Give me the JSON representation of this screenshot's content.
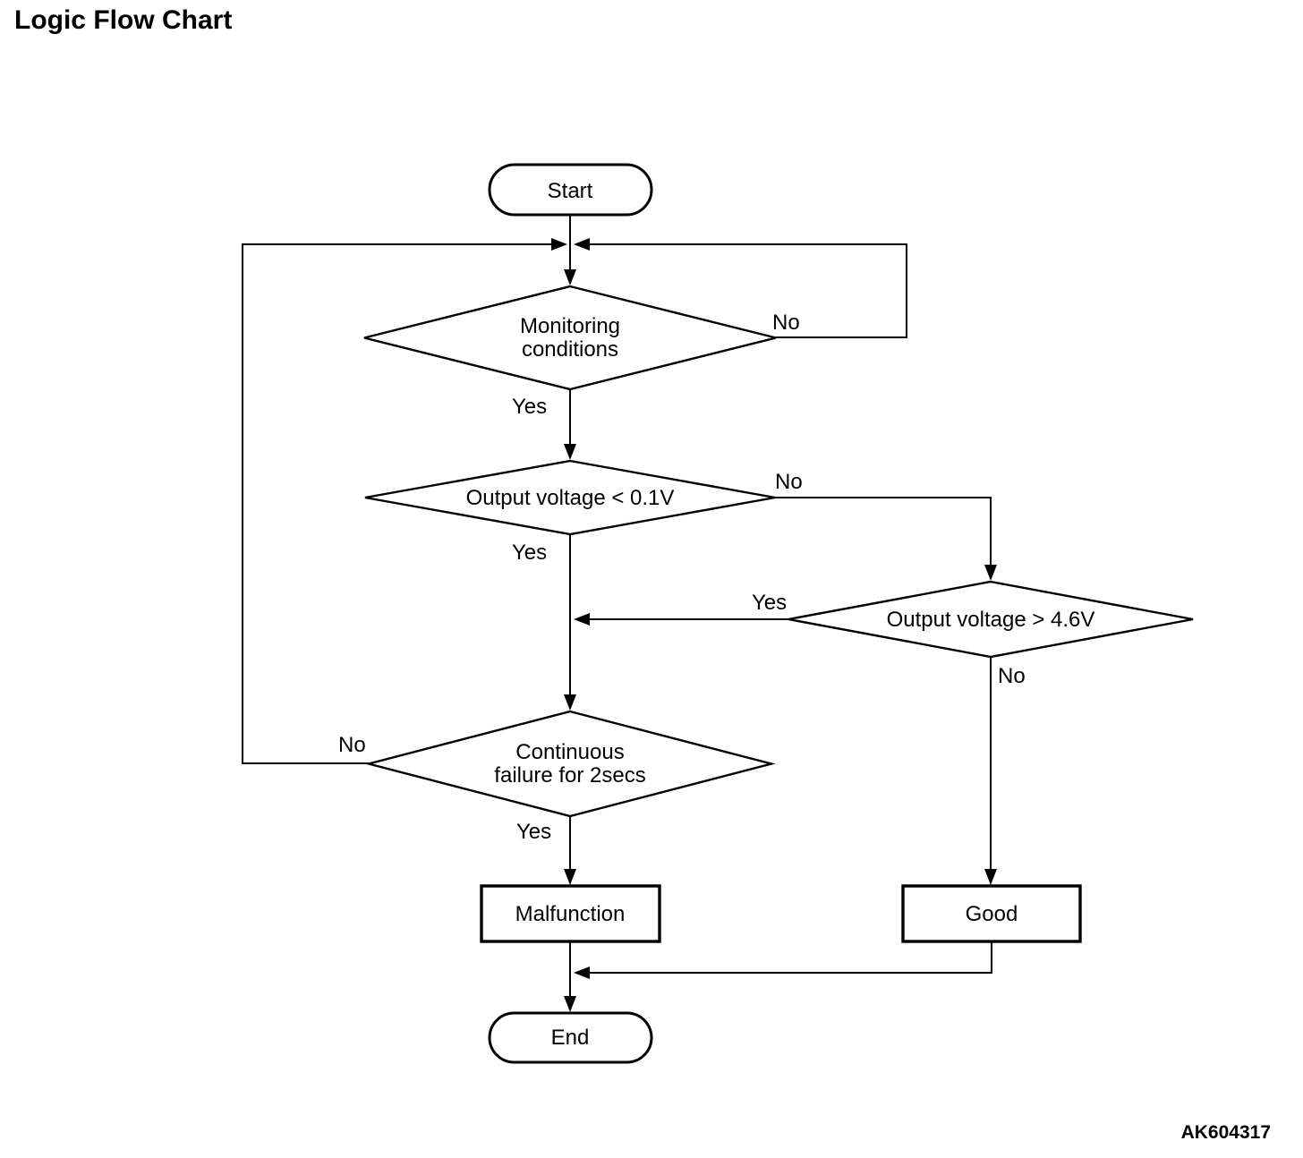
{
  "page": {
    "title": "Logic Flow Chart",
    "figure_id": "AK604317",
    "colors": {
      "background": "#ffffff",
      "stroke": "#000000",
      "text": "#000000"
    }
  },
  "flowchart": {
    "nodes": {
      "start": {
        "type": "terminator",
        "label": "Start"
      },
      "monitoring": {
        "type": "decision",
        "lines": [
          "Monitoring",
          "conditions"
        ]
      },
      "output_low": {
        "type": "decision",
        "label": "Output voltage < 0.1V"
      },
      "output_high": {
        "type": "decision",
        "label": "Output voltage > 4.6V"
      },
      "continuous": {
        "type": "decision",
        "lines": [
          "Continuous",
          "failure for 2secs"
        ]
      },
      "malfunction": {
        "type": "process",
        "label": "Malfunction"
      },
      "good": {
        "type": "process",
        "label": "Good"
      },
      "end": {
        "type": "terminator",
        "label": "End"
      }
    },
    "edge_labels": {
      "monitoring_no": "No",
      "monitoring_yes": "Yes",
      "output_low_no": "No",
      "output_low_yes": "Yes",
      "output_high_yes": "Yes",
      "output_high_no": "No",
      "continuous_no": "No",
      "continuous_yes": "Yes"
    }
  }
}
